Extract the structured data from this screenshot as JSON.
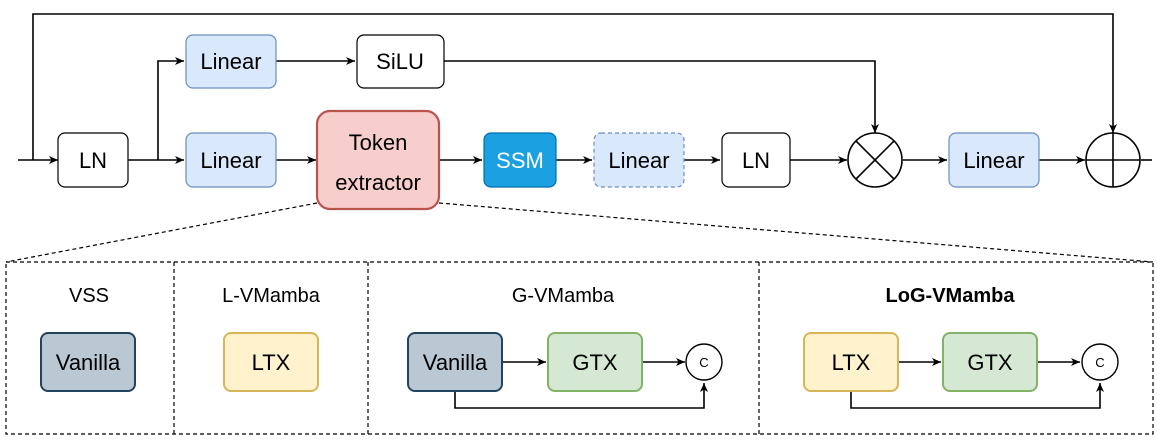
{
  "top": {
    "ln_left": "LN",
    "linear_upper": "Linear",
    "silu": "SiLU",
    "linear_lower": "Linear",
    "token_extractor_line1": "Token",
    "token_extractor_line2": "extractor",
    "ssm": "SSM",
    "linear_dashed": "Linear",
    "ln_right": "LN",
    "linear_out": "Linear"
  },
  "variants": {
    "vss": {
      "title": "VSS",
      "block": "Vanilla"
    },
    "lvmamba": {
      "title": "L-VMamba",
      "block": "LTX"
    },
    "gvmamba": {
      "title": "G-VMamba",
      "block1": "Vanilla",
      "block2": "GTX",
      "concat": "C"
    },
    "logvmamba": {
      "title": "LoG-VMamba",
      "block1": "LTX",
      "block2": "GTX",
      "concat": "C"
    }
  },
  "colors": {
    "linear_fill": "#dae8fc",
    "linear_stroke": "#6c8ebf",
    "token_fill": "#f8cecc",
    "token_stroke": "#b85450",
    "ssm_fill": "#1ba1e2",
    "ssm_stroke": "#006eaf",
    "vanilla_fill": "#bac8d3",
    "vanilla_stroke": "#23445d",
    "ltx_fill": "#fff2cc",
    "ltx_stroke": "#d6b656",
    "gtx_fill": "#d5e8d4",
    "gtx_stroke": "#82b366"
  }
}
